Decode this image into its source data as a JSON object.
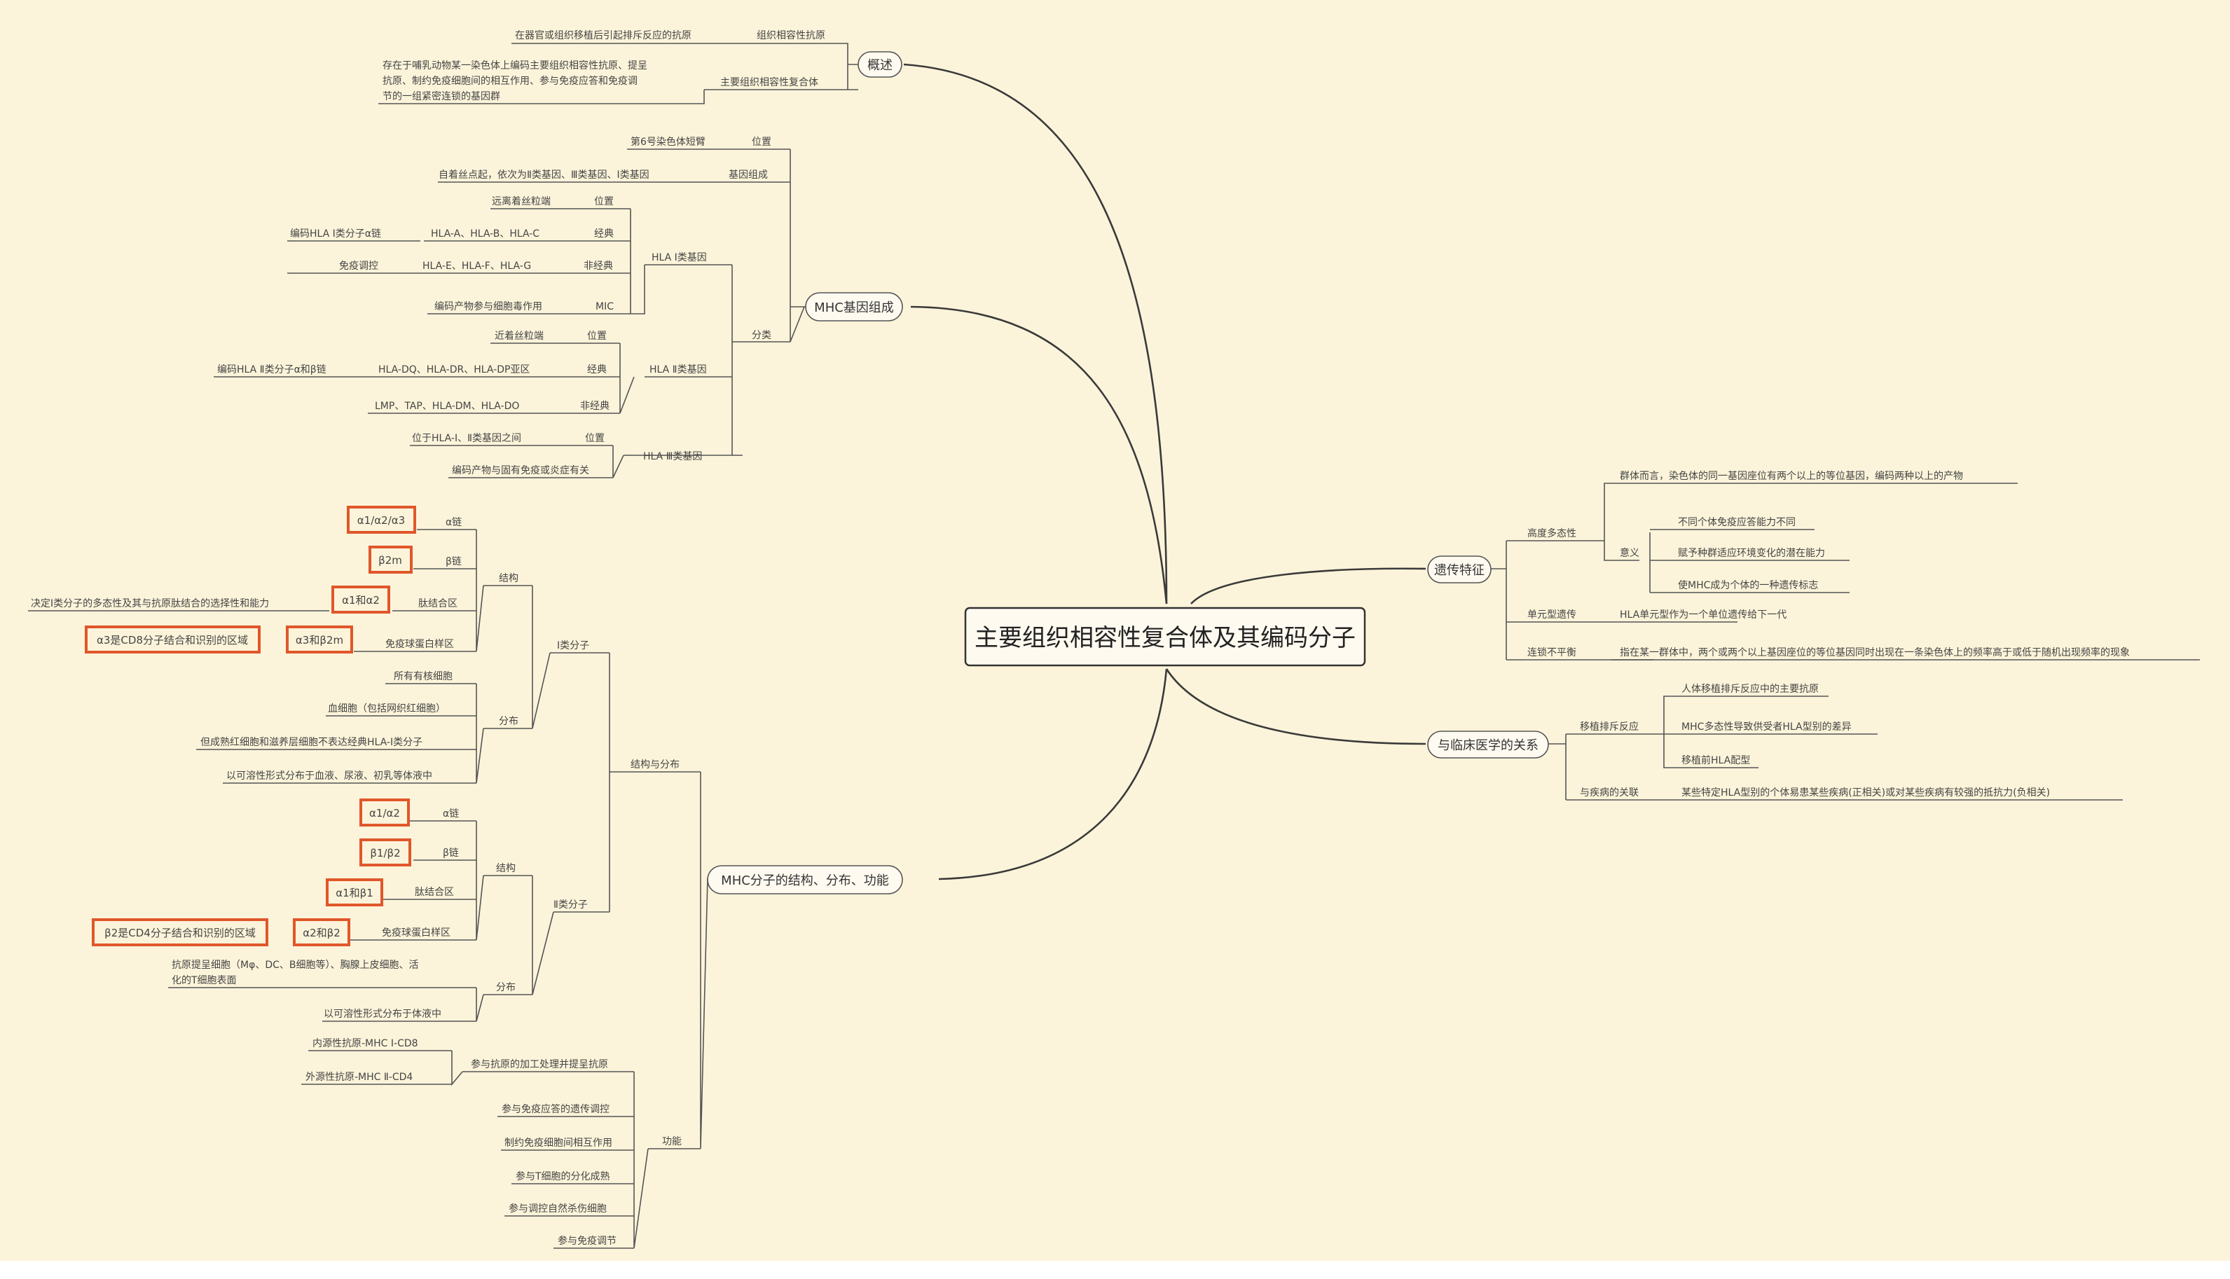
{
  "root": "主要组织相容性复合体及其编码分子",
  "branches": {
    "overview": {
      "label": "概述",
      "n1_label": "组织相容性抗原",
      "n1_text": "在器官或组织移植后引起排斥反应的抗原",
      "n2_label": "主要组织相容性复合体",
      "n2_text": [
        "存在于哺乳动物某一染色体上编码主要组织相容性抗原、提呈",
        "抗原、制约免疫细胞间的相互作用、参与免疫应答和免疫调",
        "节的一组紧密连锁的基因群"
      ]
    },
    "gene": {
      "label": "MHC基因组成",
      "pos_label": "位置",
      "pos_text": "第6号染色体短臂",
      "comp_label": "基因组成",
      "comp_text": "自着丝点起，依次为Ⅱ类基因、Ⅲ类基因、Ⅰ类基因",
      "class_label": "分类",
      "c1": {
        "label": "HLA Ⅰ类基因",
        "pos_label": "位置",
        "pos_text": "远离着丝粒端",
        "classic_label": "经典",
        "classic_text": "HLA-A、HLA-B、HLA-C",
        "classic_note": "编码HLA Ⅰ类分子α链",
        "nonclassic_label": "非经典",
        "nonclassic_text": "HLA-E、HLA-F、HLA-G",
        "nonclassic_note": "免疫调控",
        "mic_label": "MIC",
        "mic_text": "编码产物参与细胞毒作用"
      },
      "c2": {
        "label": "HLA Ⅱ类基因",
        "pos_label": "位置",
        "pos_text": "近着丝粒端",
        "classic_label": "经典",
        "classic_text": "HLA-DQ、HLA-DR、HLA-DP亚区",
        "classic_note": "编码HLA Ⅱ类分子α和β链",
        "nonclassic_label": "非经典",
        "nonclassic_text": "LMP、TAP、HLA-DM、HLA-DO"
      },
      "c3": {
        "label": "HLA Ⅲ类基因",
        "pos_label": "位置",
        "pos_text": "位于HLA-Ⅰ、Ⅱ类基因之间",
        "func_text": "编码产物与固有免疫或炎症有关"
      }
    },
    "molecule": {
      "label": "MHC分子的结构、分布、功能",
      "sd_label": "结构与分布",
      "m1": {
        "label": "Ⅰ类分子",
        "struct_label": "结构",
        "alpha_label": "α链",
        "alpha_box": "α1/α2/α3",
        "beta_label": "β链",
        "beta_box": "β2m",
        "groove_label": "肽结合区",
        "groove_box": "α1和α2",
        "groove_note": "决定Ⅰ类分子的多态性及其与抗原肽结合的选择性和能力",
        "ig_label": "免疫球蛋白样区",
        "ig_box": "α3和β2m",
        "ig_note": "α3是CD8分子结合和识别的区域",
        "dist_label": "分布",
        "dist_items": [
          "所有有核细胞",
          "血细胞（包括网织红细胞）",
          "但成熟红细胞和滋养层细胞不表达经典HLA-Ⅰ类分子",
          "以可溶性形式分布于血液、尿液、初乳等体液中"
        ]
      },
      "m2": {
        "label": "Ⅱ类分子",
        "struct_label": "结构",
        "alpha_label": "α链",
        "alpha_box": "α1/α2",
        "beta_label": "β链",
        "beta_box": "β1/β2",
        "groove_label": "肽结合区",
        "groove_box": "α1和β1",
        "ig_label": "免疫球蛋白样区",
        "ig_box": "α2和β2",
        "ig_note": "β2是CD4分子结合和识别的区域",
        "dist_label": "分布",
        "dist_items": [
          "抗原提呈细胞（Mφ、DC、B细胞等）、胸腺上皮细胞、活",
          "化的T细胞表面",
          "以可溶性形式分布于体液中"
        ]
      },
      "func_label": "功能",
      "func_present": "参与抗原的加工处理并提呈抗原",
      "func_present_items": [
        "内源性抗原-MHC Ⅰ-CD8",
        "外源性抗原-MHC Ⅱ-CD4"
      ],
      "func_items": [
        "参与免疫应答的遗传调控",
        "制约免疫细胞间相互作用",
        "参与T细胞的分化成熟",
        "参与调控自然杀伤细胞",
        "参与免疫调节"
      ]
    },
    "genetics": {
      "label": "遗传特征",
      "poly_label": "高度多态性",
      "poly_text": "群体而言，染色体的同一基因座位有两个以上的等位基因，编码两种以上的产物",
      "meaning_label": "意义",
      "meaning_items": [
        "不同个体免疫应答能力不同",
        "赋予种群适应环境变化的潜在能力",
        "使MHC成为个体的一种遗传标志"
      ],
      "haplo_label": "单元型遗传",
      "haplo_text": "HLA单元型作为一个单位遗传给下一代",
      "ld_label": "连锁不平衡",
      "ld_text": "指在某一群体中，两个或两个以上基因座位的等位基因同时出现在一条染色体上的频率高于或低于随机出现频率的现象"
    },
    "clinical": {
      "label": "与临床医学的关系",
      "tx_label": "移植排斥反应",
      "tx_items": [
        "人体移植排斥反应中的主要抗原",
        "MHC多态性导致供受者HLA型别的差异",
        "移植前HLA配型"
      ],
      "dz_label": "与疾病的关联",
      "dz_text": "某些特定HLA型别的个体易患某些疾病(正相关)或对某些疾病有较强的抵抗力(负相关)"
    }
  },
  "colors": {
    "background": "#fcf4da",
    "highlight_border": "#e0572b",
    "line": "#3a3a3a"
  }
}
